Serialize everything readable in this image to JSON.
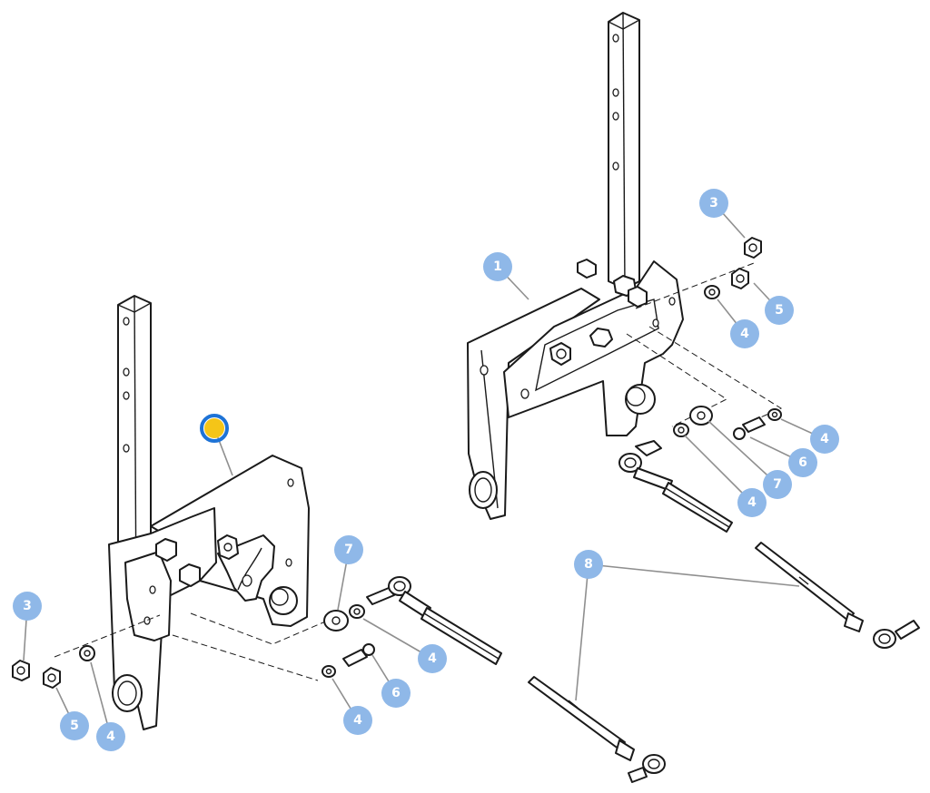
{
  "callouts": [
    {
      "label": "1"
    },
    {
      "label": "3"
    },
    {
      "label": "5"
    },
    {
      "label": "4"
    },
    {
      "label": "4"
    },
    {
      "label": "6"
    },
    {
      "label": "7"
    },
    {
      "label": "4"
    },
    {
      "label": "8"
    },
    {
      "label": "3"
    },
    {
      "label": "5"
    },
    {
      "label": "4"
    },
    {
      "label": "7"
    },
    {
      "label": "4"
    },
    {
      "label": "6"
    },
    {
      "label": "4"
    }
  ],
  "hotspot": {
    "fill": "#f5c518",
    "ring": "#1e73d6"
  },
  "colors": {
    "callout": "#8fb8e8",
    "leader": "#8f8f8f",
    "line": "#1a1a1a"
  }
}
